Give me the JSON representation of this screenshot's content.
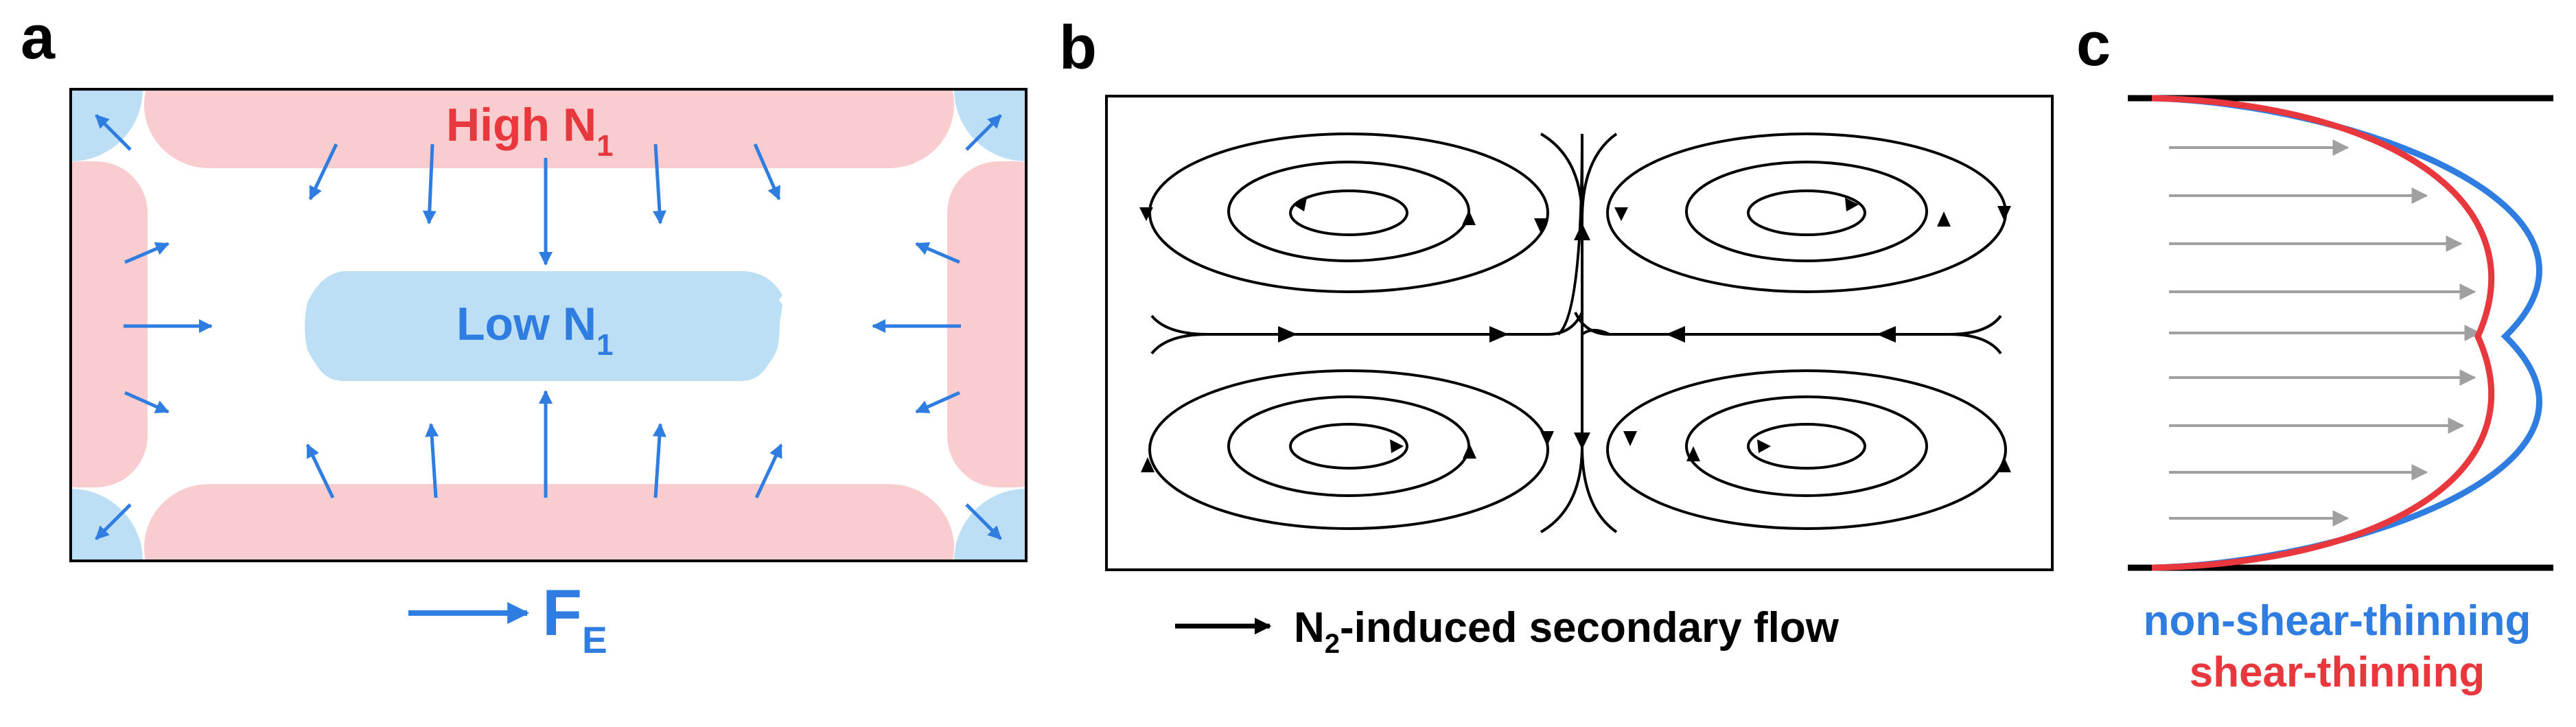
{
  "colors": {
    "blue": "#2f7de1",
    "red": "#e8383d",
    "black": "#000000",
    "gray": "#a0a0a0",
    "pink_region": "#f9cdd0",
    "light_blue_region": "#bcdff6"
  },
  "panel_a": {
    "letter": "a",
    "high_label": "High N",
    "high_sub": "1",
    "low_label": "Low N",
    "low_sub": "1",
    "force_label": "F",
    "force_sub": "E"
  },
  "panel_b": {
    "letter": "b",
    "legend_label": "N",
    "legend_sub": "2",
    "legend_rest": "-induced secondary flow"
  },
  "panel_c": {
    "letter": "c",
    "legend_blue": "non-shear-thinning",
    "legend_red": "shear-thinning"
  }
}
